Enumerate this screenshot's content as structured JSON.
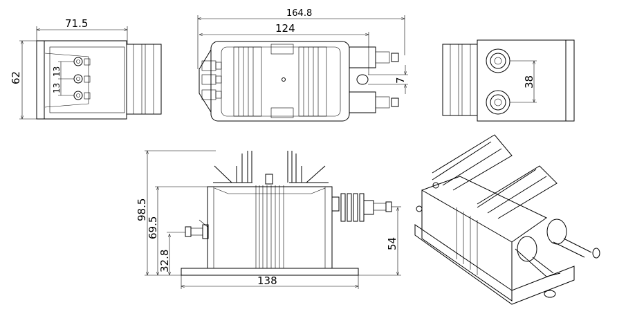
{
  "dimensions": {
    "side_width": "71.5",
    "side_height": "62",
    "terminal_pitch_1": "13",
    "terminal_pitch_2": "13",
    "overall_length": "164.8",
    "body_length": "124",
    "bushing_offset": "7",
    "terminal_spacing": "38",
    "total_height": "98.5",
    "body_height": "69.5",
    "low_terminal_height": "32.8",
    "high_terminal_height": "54",
    "base_length": "138"
  },
  "colors": {
    "line": "#000000",
    "background": "#ffffff"
  }
}
